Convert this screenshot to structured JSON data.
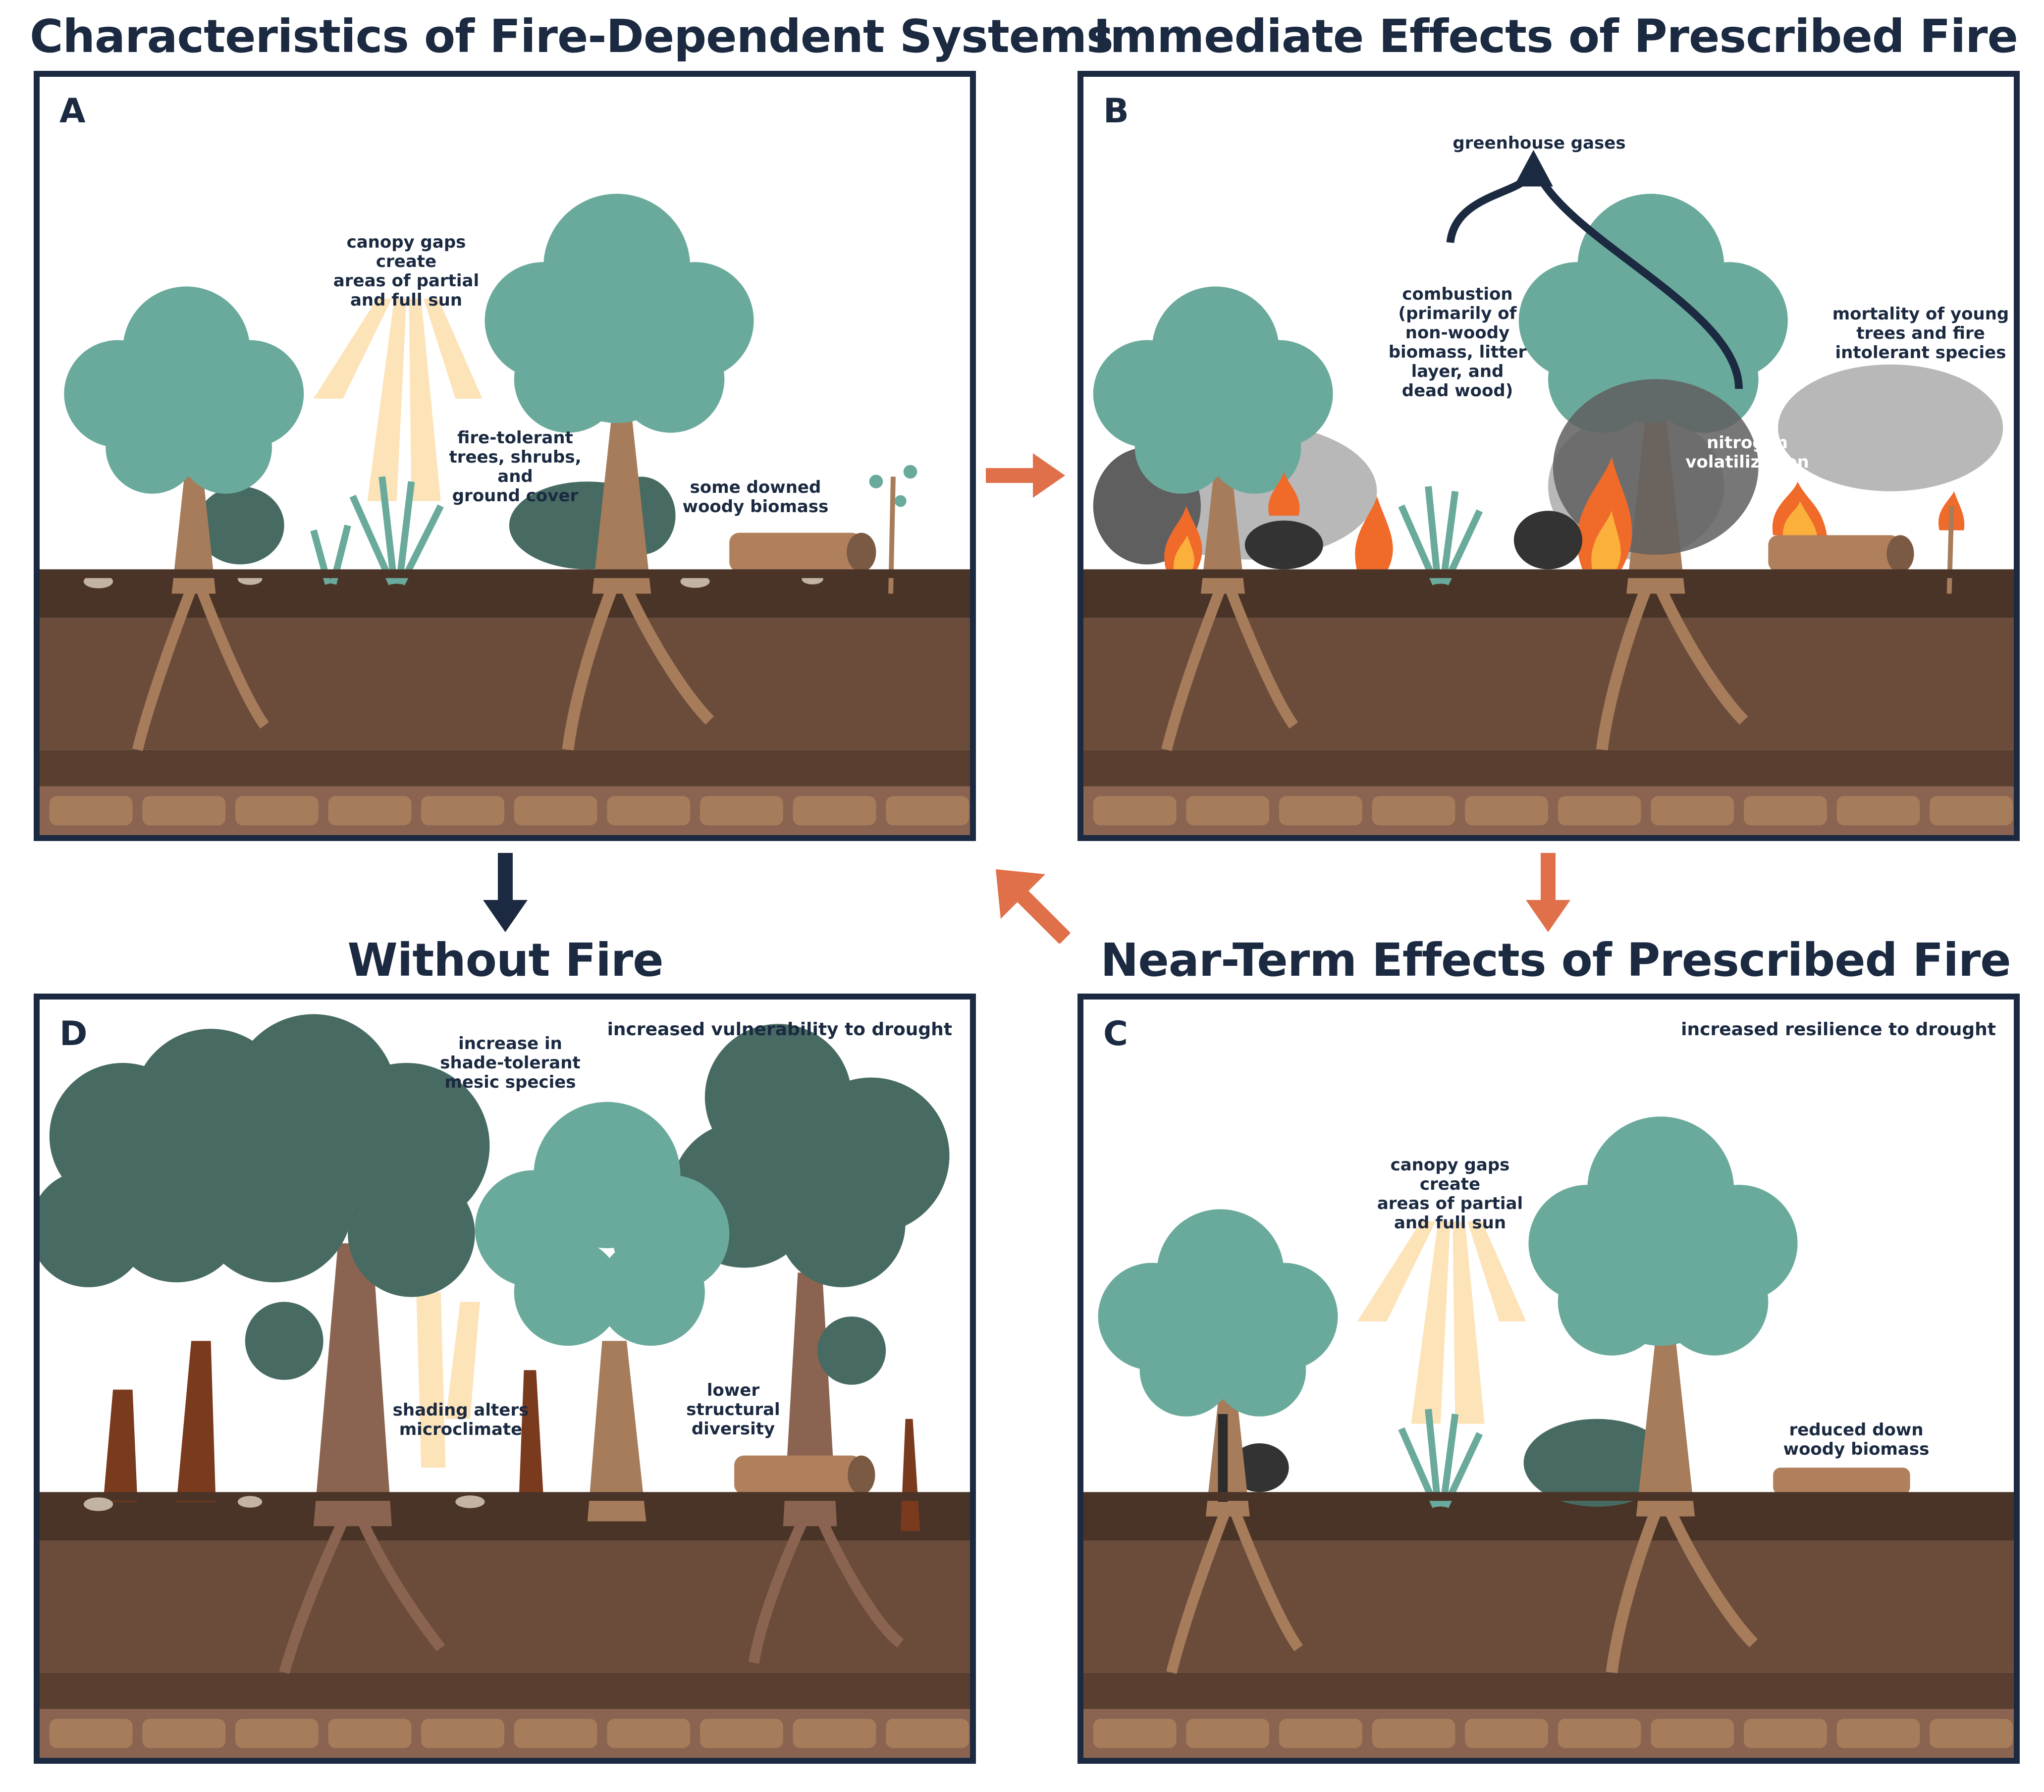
{
  "headings": {
    "a": "Characteristics of Fire-Dependent Systems",
    "b": "Immediate Effects of  Prescribed Fire",
    "c": "Near-Term Effects of Prescribed Fire",
    "d": "Without Fire"
  },
  "panels": {
    "a": {
      "letter": "A",
      "canopy_gaps": "canopy gaps create\nareas of partial\nand full sun",
      "fire_tolerant": "fire-tolerant\ntrees, shrubs, and\nground cover",
      "downed_biomass": "some downed\nwoody biomass"
    },
    "b": {
      "letter": "B",
      "greenhouse": "greenhouse gases",
      "combustion": "combustion\n(primarily of\nnon-woody\nbiomass, litter\nlayer, and\ndead wood)",
      "mortality": "mortality of young\ntrees and fire\nintolerant species",
      "nitrogen": "nitrogen\nvolatilization"
    },
    "c": {
      "letter": "C",
      "resilience": "increased resilience to drought",
      "canopy_gaps": "canopy gaps create\nareas of partial\nand full sun",
      "reduced_biomass": "reduced down\nwoody biomass"
    },
    "d": {
      "letter": "D",
      "vulnerability": "increased vulnerability to drought",
      "shade_tolerant": "increase in\nshade-tolerant\nmesic species",
      "shading": "shading alters\nmicroclimate",
      "structural": "lower\nstructural\ndiversity"
    }
  },
  "colors": {
    "navy": "#1b2a41",
    "orange_arrow": "#e0704a",
    "canopy": "#6aaa9c",
    "dark_canopy": "#476b62",
    "trunk": "#a67c5b",
    "dark_trunk": "#7a3a1e",
    "soil_top": "#4a3428",
    "soil_mid": "#6b4c3b",
    "soil_bottom": "#8a6450",
    "sun_beam": "#fde3b8",
    "smoke_light": "#b8b8b8",
    "smoke_dark": "#5f5f5f",
    "flame": "#f06a2a"
  }
}
